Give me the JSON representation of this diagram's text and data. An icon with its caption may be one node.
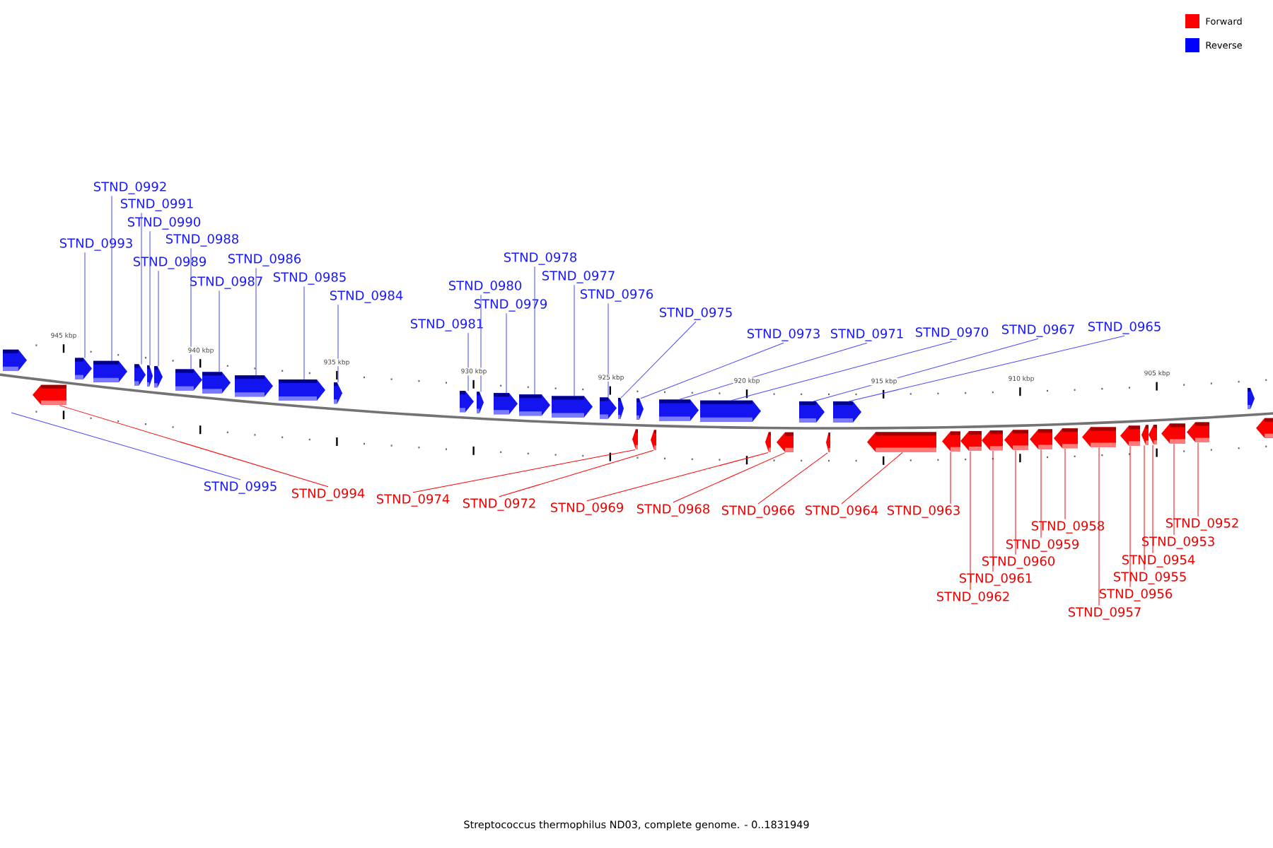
{
  "diagram": {
    "caption": "Streptococcus thermophilus ND03, complete genome. - 0..1831949",
    "nodes": [
      {
        "text": [
          "STND_0993"
        ]
      },
      {
        "text": [],
        "shape": "arrow"
      },
      {
        "text": [
          "STND_0992"
        ]
      },
      {
        "text": [],
        "shape": "arrow"
      },
      {
        "text": [
          "STND_0991"
        ]
      },
      {
        "text": [],
        "shape": "arrow"
      },
      {
        "text": [
          "STND_0990"
        ]
      },
      {
        "text": [],
        "shape": "arrow"
      },
      {
        "text": [
          "STND_0989"
        ]
      },
      {
        "text": [],
        "shape": "arrow"
      },
      {
        "text": [
          "STND_0988"
        ]
      },
      {
        "text": [],
        "shape": "arrow"
      },
      {
        "text": [
          "STND_0987"
        ]
      },
      {
        "text": [],
        "shape": "arrow"
      },
      {
        "text": [
          "STND_0986"
        ]
      },
      {
        "text": [],
        "shape": "arrow"
      },
      {
        "text": [
          "STND_0985"
        ]
      },
      {
        "text": [],
        "shape": "arrow"
      },
      {
        "text": [
          "STND_0984"
        ]
      },
      {
        "text": [],
        "shape": "arrow"
      },
      {
        "text": [
          "STND_0981"
        ]
      },
      {
        "text": [],
        "shape": "arrow"
      },
      {
        "text": [
          "STND_0980"
        ]
      },
      {
        "text": [],
        "shape": "arrow"
      },
      {
        "text": [
          "STND_0979"
        ]
      },
      {
        "text": [],
        "shape": "arrow"
      },
      {
        "text": [
          "STND_0978"
        ]
      },
      {
        "text": [],
        "shape": "arrow"
      },
      {
        "text": [
          "STND_0977"
        ]
      },
      {
        "text": [],
        "shape": "arrow"
      },
      {
        "text": [
          "STND_0976"
        ]
      },
      {
        "text": [],
        "shape": "arrow"
      },
      {
        "text": [
          "STND_0975"
        ]
      },
      {
        "text": [],
        "shape": "arrow"
      },
      {
        "text": [
          "STND_0973"
        ]
      },
      {
        "text": [],
        "shape": "arrow"
      },
      {
        "text": [
          "STND_0971"
        ]
      },
      {
        "text": [],
        "shape": "arrow"
      },
      {
        "text": [
          "STND_0970"
        ]
      },
      {
        "text": [],
        "shape": "arrow"
      },
      {
        "text": [
          "STND_0967"
        ]
      },
      {
        "text": [],
        "shape": "arrow"
      },
      {
        "text": [
          "STND_0965"
        ]
      },
      {
        "text": [],
        "shape": "arrow"
      },
      {
        "text": [
          "STND_0995"
        ]
      },
      {
        "text": [
          "STND_0994"
        ]
      },
      {
        "text": [],
        "shape": "arrow"
      },
      {
        "text": [
          "STND_0974"
        ]
      },
      {
        "text": [],
        "shape": "arrow"
      },
      {
        "text": [
          "STND_0972"
        ]
      },
      {
        "text": [],
        "shape": "arrow"
      },
      {
        "text": [
          "STND_0969"
        ]
      },
      {
        "text": [],
        "shape": "arrow"
      },
      {
        "text": [
          "STND_0968"
        ]
      },
      {
        "text": [],
        "shape": "arrow"
      },
      {
        "text": [
          "STND_0966"
        ]
      },
      {
        "text": [],
        "shape": "arrow"
      },
      {
        "text": [
          "STND_0964"
        ]
      },
      {
        "text": [],
        "shape": "arrow"
      },
      {
        "text": [
          "STND_0963"
        ]
      },
      {
        "text": [],
        "shape": "arrow"
      },
      {
        "text": [
          "STND_0962"
        ]
      },
      {
        "text": [],
        "shape": "arrow"
      },
      {
        "text": [
          "STND_0961"
        ]
      },
      {
        "text": [],
        "shape": "arrow"
      },
      {
        "text": [
          "STND_0960"
        ]
      },
      {
        "text": [],
        "shape": "arrow"
      },
      {
        "text": [
          "STND_0959"
        ]
      },
      {
        "text": [],
        "shape": "arrow"
      },
      {
        "text": [
          "STND_0958"
        ]
      },
      {
        "text": [],
        "shape": "arrow"
      },
      {
        "text": [
          "STND_0957"
        ]
      },
      {
        "text": [],
        "shape": "arrow"
      },
      {
        "text": [
          "STND_0956"
        ]
      },
      {
        "text": [],
        "shape": "arrow"
      },
      {
        "text": [
          "STND_0955"
        ]
      },
      {
        "text": [],
        "shape": "arrow"
      },
      {
        "text": [
          "STND_0954"
        ]
      },
      {
        "text": [],
        "shape": "arrow"
      },
      {
        "text": [
          "STND_0953"
        ]
      },
      {
        "text": [],
        "shape": "arrow"
      },
      {
        "text": [
          "STND_0952"
        ]
      },
      {
        "text": [],
        "shape": "arrow"
      },
      {
        "text": [],
        "shape": "arrow"
      },
      {
        "text": [],
        "shape": "arrow"
      },
      {
        "text": [],
        "shape": "arrow"
      }
    ],
    "edges": [
      {
        "from": 0,
        "to": 1,
        "arrow": "none"
      },
      {
        "from": 2,
        "to": 3,
        "arrow": "none"
      },
      {
        "from": 4,
        "to": 5,
        "arrow": "none"
      },
      {
        "from": 6,
        "to": 7,
        "arrow": "none"
      },
      {
        "from": 8,
        "to": 9,
        "arrow": "none"
      },
      {
        "from": 10,
        "to": 11,
        "arrow": "none"
      },
      {
        "from": 12,
        "to": 13,
        "arrow": "none"
      },
      {
        "from": 14,
        "to": 15,
        "arrow": "none"
      },
      {
        "from": 16,
        "to": 17,
        "arrow": "none"
      },
      {
        "from": 18,
        "to": 19,
        "arrow": "none"
      },
      {
        "from": 20,
        "to": 21,
        "arrow": "none"
      },
      {
        "from": 22,
        "to": 23,
        "arrow": "none"
      },
      {
        "from": 24,
        "to": 25,
        "arrow": "none"
      },
      {
        "from": 26,
        "to": 27,
        "arrow": "none"
      },
      {
        "from": 28,
        "to": 29,
        "arrow": "none"
      },
      {
        "from": 30,
        "to": 31,
        "arrow": "none"
      },
      {
        "from": 32,
        "to": 33,
        "arrow": "none"
      },
      {
        "from": 34,
        "to": 35,
        "arrow": "none"
      },
      {
        "from": 36,
        "to": 37,
        "arrow": "none"
      },
      {
        "from": 38,
        "to": 39,
        "arrow": "none"
      },
      {
        "from": 40,
        "to": 41,
        "arrow": "none"
      },
      {
        "from": 42,
        "to": 43,
        "arrow": "none"
      },
      {
        "from": 44,
        "to": null,
        "arrow": "none"
      },
      {
        "from": 45,
        "to": 46,
        "arrow": "none",
        "color": "#ff0000"
      },
      {
        "from": 47,
        "to": 48,
        "arrow": "none",
        "color": "#ff0000"
      },
      {
        "from": 49,
        "to": 50,
        "arrow": "none",
        "color": "#ff0000"
      },
      {
        "from": 51,
        "to": 52,
        "arrow": "none",
        "color": "#ff0000"
      },
      {
        "from": 53,
        "to": 54,
        "arrow": "none",
        "color": "#ff0000"
      },
      {
        "from": 55,
        "to": 56,
        "arrow": "none",
        "color": "#ff0000"
      },
      {
        "from": 57,
        "to": 58,
        "arrow": "none",
        "color": "#ff0000"
      },
      {
        "from": 59,
        "to": 60,
        "arrow": "none",
        "color": "#ff0000"
      },
      {
        "from": 61,
        "to": 62,
        "arrow": "none",
        "color": "#ff0000"
      },
      {
        "from": 63,
        "to": 64,
        "arrow": "none",
        "color": "#ff0000"
      },
      {
        "from": 65,
        "to": 66,
        "arrow": "none",
        "color": "#ff0000"
      },
      {
        "from": 67,
        "to": 68,
        "arrow": "none",
        "color": "#ff0000"
      },
      {
        "from": 69,
        "to": 70,
        "arrow": "none",
        "color": "#ff0000"
      },
      {
        "from": 71,
        "to": 72,
        "arrow": "none",
        "color": "#ff0000"
      },
      {
        "from": 73,
        "to": 74,
        "arrow": "none",
        "color": "#ff0000"
      },
      {
        "from": 75,
        "to": 76,
        "arrow": "none",
        "color": "#ff0000"
      },
      {
        "from": 77,
        "to": 78,
        "arrow": "none",
        "color": "#ff0000"
      },
      {
        "from": 79,
        "to": 80,
        "arrow": "none",
        "color": "#ff0000"
      },
      {
        "from": 81,
        "to": 82,
        "arrow": "none",
        "color": "#ff0000"
      }
    ],
    "labels": [
      "945 kbp",
      "940 kbp",
      "935 kbp",
      "930 kbp",
      "925 kbp",
      "920 kbp",
      "915 kbp",
      "910 kbp",
      "905 kbp"
    ],
    "legend": [
      {
        "text": "Forward",
        "color": "#ff0000"
      },
      {
        "text": "Reverse",
        "color": "#0000ff"
      }
    ]
  }
}
